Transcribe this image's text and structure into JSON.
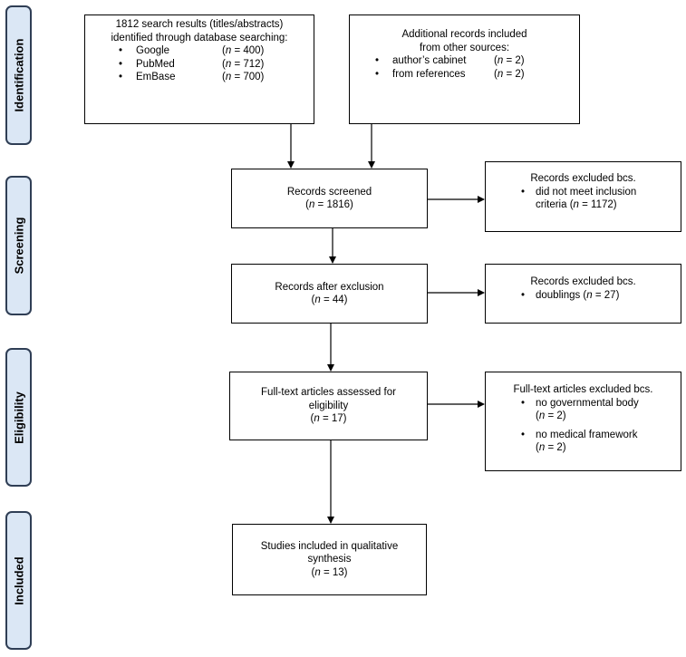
{
  "phases": [
    "Identification",
    "Screening",
    "Eligibility",
    "Included"
  ],
  "identification_db": {
    "lines": [
      "1812 search results (titles/abstracts)",
      "identified through database searching:"
    ],
    "items": [
      {
        "label": "Google",
        "count": "(n = 400)"
      },
      {
        "label": "PubMed",
        "count": "(n = 712)"
      },
      {
        "label": "EmBase",
        "count": "(n = 700)"
      }
    ]
  },
  "identification_other": {
    "lines": [
      "Additional records included",
      "from other sources:"
    ],
    "items": [
      {
        "label": "author’s cabinet",
        "count": "(n = 2)"
      },
      {
        "label": "from references",
        "count": "(n = 2)"
      }
    ]
  },
  "screened": {
    "line1": "Records screened",
    "line2": "(n = 1816)"
  },
  "excluded_1": {
    "title": "Records excluded bcs.",
    "item_line1": "did not meet inclusion",
    "item_line2": "criteria (n = 1172)"
  },
  "after_exclusion": {
    "line1": "Records after exclusion",
    "line2": "(n = 44)"
  },
  "excluded_2": {
    "title": "Records excluded bcs.",
    "item": "doublings (n = 27)"
  },
  "fulltext": {
    "line1": "Full-text articles assessed for",
    "line2": "eligibility",
    "line3": "(n = 17)"
  },
  "excluded_3": {
    "title": "Full-text articles excluded bcs.",
    "items": [
      {
        "label": "no governmental body",
        "count": "(n = 2)"
      },
      {
        "label": "no medical framework",
        "count": "(n = 2)"
      }
    ]
  },
  "included": {
    "line1": "Studies included in qualitative",
    "line2": "synthesis",
    "line3": "(n = 13)"
  },
  "bullet_char": "•"
}
